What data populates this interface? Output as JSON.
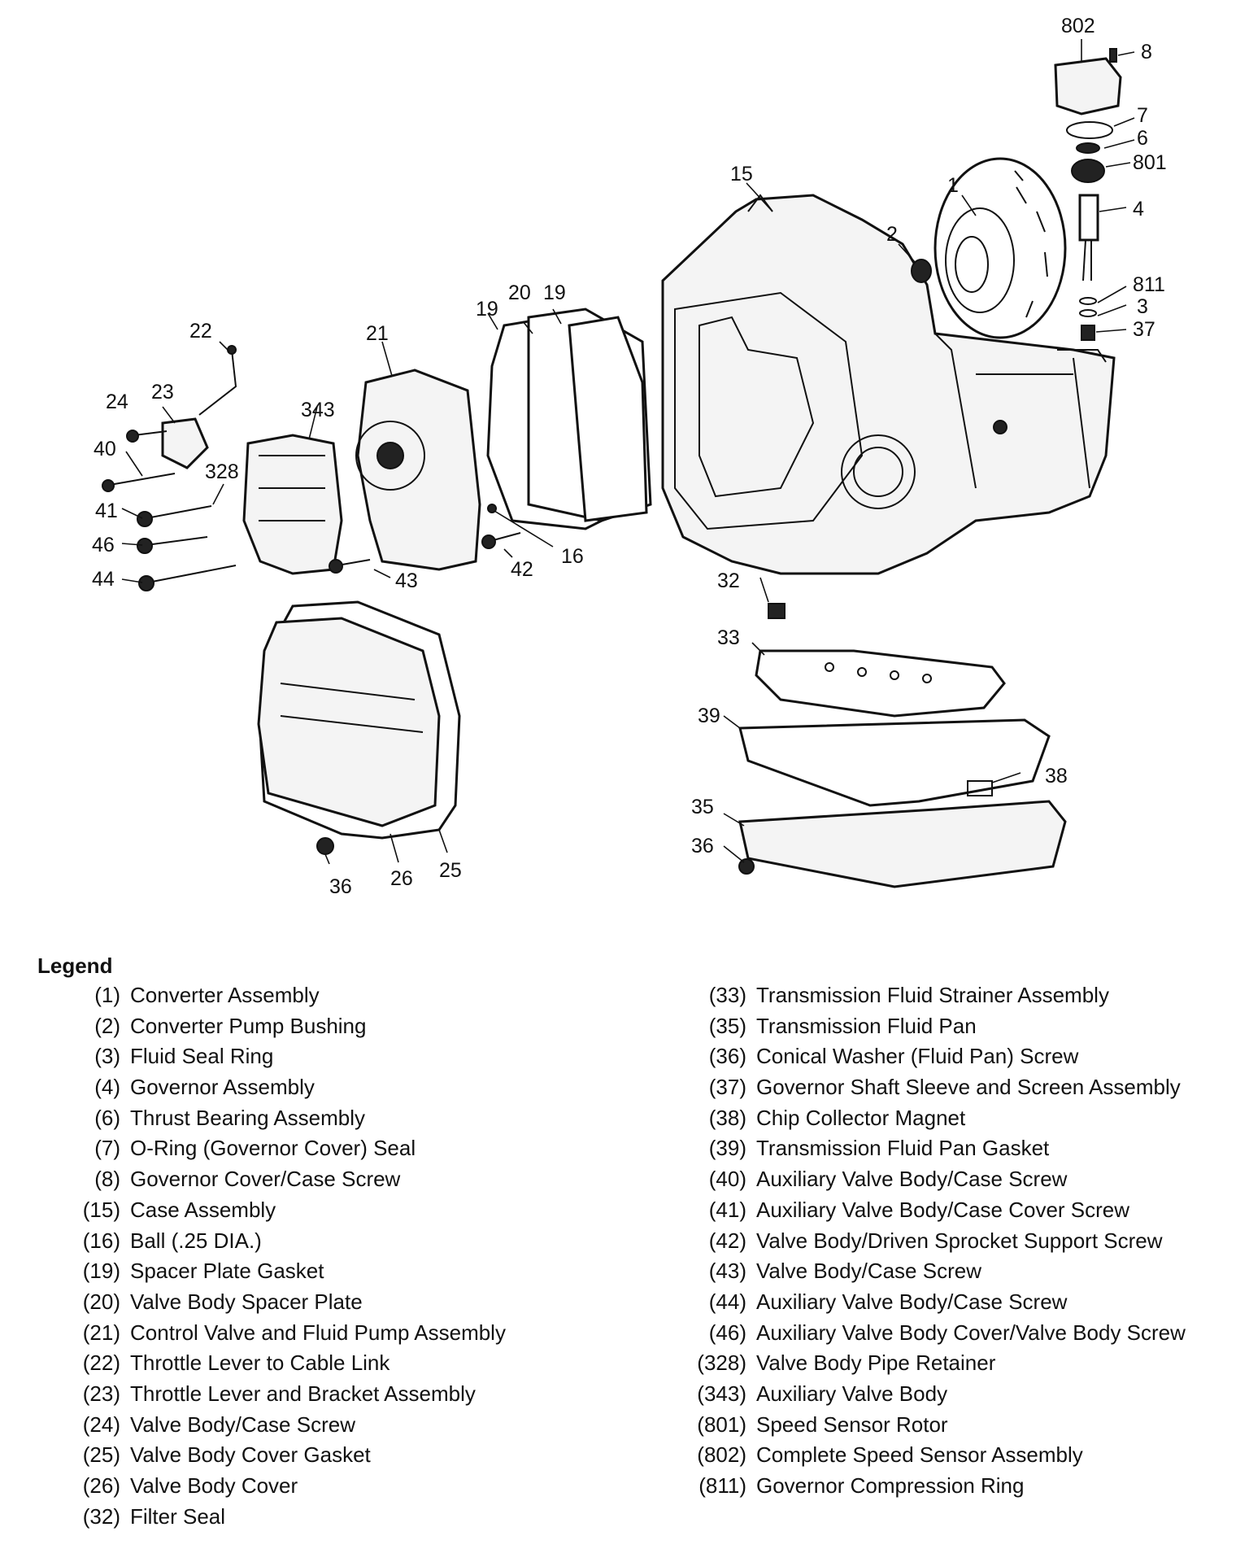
{
  "callouts": {
    "c802": "802",
    "c8": "8",
    "c7": "7",
    "c6": "6",
    "c801": "801",
    "c4": "4",
    "c811": "811",
    "c3": "3",
    "c37": "37",
    "c15": "15",
    "c1": "1",
    "c2": "2",
    "c22": "22",
    "c21": "21",
    "c20": "20",
    "c19a": "19",
    "c19b": "19",
    "c24": "24",
    "c23": "23",
    "c343": "343",
    "c40": "40",
    "c328": "328",
    "c41": "41",
    "c46": "46",
    "c44": "44",
    "c43": "43",
    "c42": "42",
    "c16": "16",
    "c32": "32",
    "c33": "33",
    "c39": "39",
    "c38": "38",
    "c35": "35",
    "c36a": "36",
    "c36b": "36",
    "c26": "26",
    "c25": "25"
  },
  "legend": {
    "title": "Legend",
    "left": [
      {
        "num": "(1)",
        "text": "Converter Assembly"
      },
      {
        "num": "(2)",
        "text": "Converter Pump Bushing"
      },
      {
        "num": "(3)",
        "text": "Fluid Seal Ring"
      },
      {
        "num": "(4)",
        "text": "Governor Assembly"
      },
      {
        "num": "(6)",
        "text": "Thrust Bearing Assembly"
      },
      {
        "num": "(7)",
        "text": "O-Ring (Governor Cover) Seal"
      },
      {
        "num": "(8)",
        "text": "Governor Cover/Case Screw"
      },
      {
        "num": "(15)",
        "text": "Case Assembly"
      },
      {
        "num": "(16)",
        "text": "Ball (.25 DIA.)"
      },
      {
        "num": "(19)",
        "text": "Spacer Plate Gasket"
      },
      {
        "num": "(20)",
        "text": "Valve Body Spacer Plate"
      },
      {
        "num": "(21)",
        "text": "Control Valve and Fluid Pump Assembly"
      },
      {
        "num": "(22)",
        "text": "Throttle Lever to Cable Link"
      },
      {
        "num": "(23)",
        "text": "Throttle Lever and Bracket Assembly"
      },
      {
        "num": "(24)",
        "text": "Valve Body/Case Screw"
      },
      {
        "num": "(25)",
        "text": "Valve Body Cover Gasket"
      },
      {
        "num": "(26)",
        "text": "Valve Body Cover"
      },
      {
        "num": "(32)",
        "text": "Filter Seal"
      }
    ],
    "right": [
      {
        "num": "(33)",
        "text": "Transmission Fluid Strainer Assembly"
      },
      {
        "num": "(35)",
        "text": "Transmission Fluid Pan"
      },
      {
        "num": "(36)",
        "text": "Conical Washer (Fluid Pan) Screw"
      },
      {
        "num": "(37)",
        "text": "Governor Shaft Sleeve and Screen Assembly"
      },
      {
        "num": "(38)",
        "text": "Chip Collector Magnet"
      },
      {
        "num": "(39)",
        "text": "Transmission Fluid Pan Gasket"
      },
      {
        "num": "(40)",
        "text": "Auxiliary Valve Body/Case Screw"
      },
      {
        "num": "(41)",
        "text": "Auxiliary Valve Body/Case Cover Screw"
      },
      {
        "num": "(42)",
        "text": "Valve Body/Driven Sprocket Support Screw"
      },
      {
        "num": "(43)",
        "text": "Valve Body/Case Screw"
      },
      {
        "num": "(44)",
        "text": "Auxiliary Valve Body/Case Screw"
      },
      {
        "num": "(46)",
        "text": "Auxiliary Valve Body Cover/Valve Body Screw"
      },
      {
        "num": "(328)",
        "text": "Valve Body Pipe Retainer"
      },
      {
        "num": "(343)",
        "text": "Auxiliary Valve Body"
      },
      {
        "num": "(801)",
        "text": "Speed Sensor Rotor"
      },
      {
        "num": "(802)",
        "text": "Complete Speed Sensor Assembly"
      },
      {
        "num": "(811)",
        "text": "Governor Compression Ring"
      }
    ]
  }
}
